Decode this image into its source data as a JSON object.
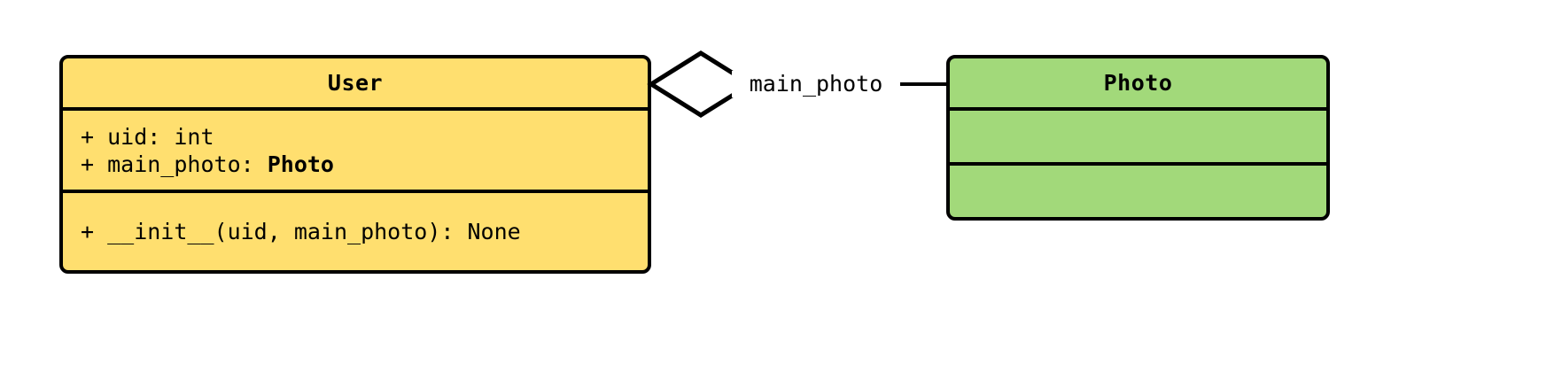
{
  "diagram": {
    "type": "uml-class-diagram",
    "background": "#ffffff",
    "classes": [
      {
        "id": "user",
        "name": "User",
        "fill": "#ffdf6f",
        "stroke": "#000000",
        "attributes": [
          {
            "visibility": "+",
            "text": "+ uid: int"
          },
          {
            "visibility": "+",
            "prefix": "+ main_photo: ",
            "type": "Photo"
          }
        ],
        "methods": [
          {
            "visibility": "+",
            "text": "+ __init__(uid, main_photo): None"
          }
        ]
      },
      {
        "id": "photo",
        "name": "Photo",
        "fill": "#a2d97a",
        "stroke": "#000000",
        "attributes": [],
        "methods": []
      }
    ],
    "relationships": [
      {
        "kind": "aggregation",
        "source": "User",
        "target": "Photo",
        "label": "main_photo",
        "source_marker": "hollow-diamond",
        "target_marker": "none"
      }
    ]
  }
}
